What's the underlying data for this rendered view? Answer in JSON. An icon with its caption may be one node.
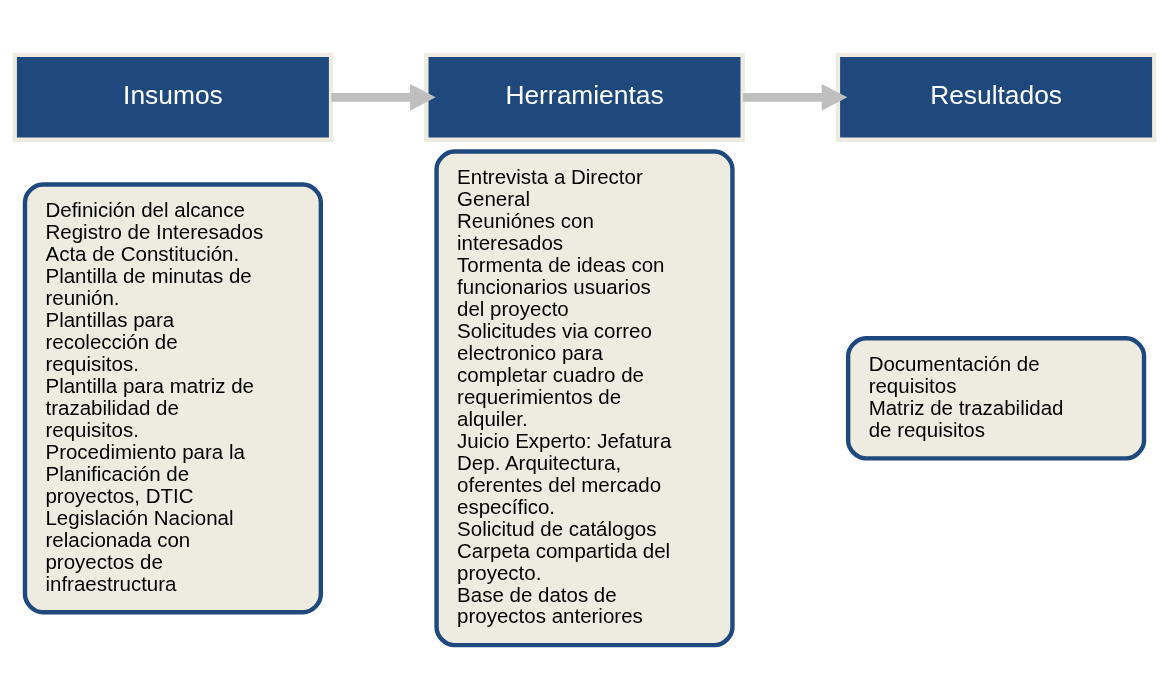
{
  "diagram": {
    "nodes": [
      {
        "text": [
          "Insumos"
        ]
      },
      {
        "text": [
          "Definición del alcance",
          "Registro de Interesados",
          "Acta de Constitución.",
          "Plantilla de minutas de reunión.",
          "Plantillas para recolección de requisitos.",
          "Plantilla para matriz de trazabilidad de requisitos.",
          "Procedimiento para la Planificación de proyectos, DTIC",
          "Legislación Nacional relacionada con proyectos de infraestructura"
        ]
      },
      {
        "text": [
          "Herramientas"
        ]
      },
      {
        "text": [
          "Entrevista a Director General",
          "Reuniónes con interesados",
          "Tormenta de ideas con funcionarios usuarios del proyecto",
          "Solicitudes via correo electronico para completar cuadro de requerimientos de alquiler.",
          "Juicio Experto: Jefatura Dep. Arquitectura, oferentes del mercado específico.",
          "Solicitud de catálogos",
          "Carpeta compartida del proyecto.",
          "Base de datos de proyectos anteriores"
        ]
      },
      {
        "text": [
          "Resultados"
        ]
      },
      {
        "text": [
          "Documentación de requisitos",
          "Matriz de trazabilidad de requisitos"
        ]
      }
    ],
    "edges": [
      {
        "from": 0,
        "to": 2,
        "arrow": "to"
      },
      {
        "from": 2,
        "to": 4,
        "arrow": "to"
      }
    ]
  }
}
